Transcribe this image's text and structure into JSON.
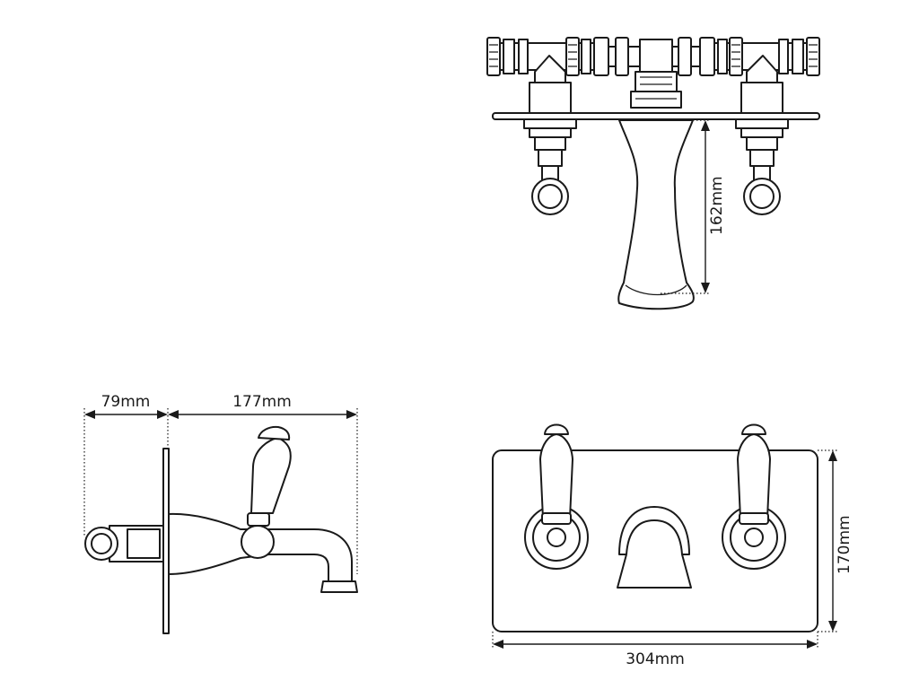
{
  "dimensions": {
    "spout_height": "162mm",
    "wall_depth": "79mm",
    "spout_projection": "177mm",
    "plate_height": "170mm",
    "plate_width": "304mm"
  }
}
